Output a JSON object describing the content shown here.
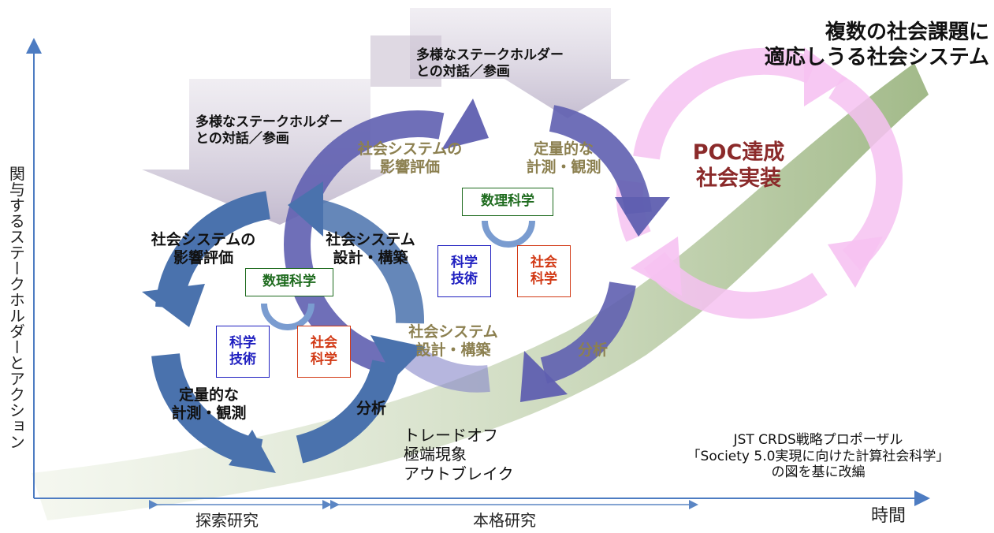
{
  "title": "複数の社会課題に\n適応しうる社会システム",
  "y_axis_label": "関与するステークホルダーとアクション",
  "x_axis_label": "時間",
  "phases": [
    "探索研究",
    "本格研究"
  ],
  "stakeholder_dialogue": "多様なステークホルダー\nとの対話／参画",
  "cycle1": {
    "impact": "社会システムの\n影響評価",
    "design": "社会システム\n設計・構築",
    "measure": "定量的な\n計測・観測",
    "analysis": "分析",
    "math": "数理科学",
    "sci_tech": "科学\n技術",
    "social_sci": "社会\n科学"
  },
  "cycle2": {
    "impact": "社会システムの\n影響評価",
    "measure": "定量的な\n計測・観測",
    "design": "社会システム\n設計・構築",
    "analysis": "分析",
    "math": "数理科学",
    "sci_tech": "科学\n技術",
    "social_sci": "社会\n科学"
  },
  "poc": "POC達成\n社会実装",
  "tradeoff": "トレードオフ\n極端現象\nアウトブレイク",
  "source_note": "JST CRDS戦略プロポーザル\n「Society 5.0実現に向けた計算社会科学」\nの図を基に改編",
  "colors": {
    "arrow_blue": "#4a72ad",
    "arrow_purple": "#5f5fb0",
    "pink": "#f4b8f0",
    "green_band": "#a9c08e",
    "poc_text": "#8b2a2a",
    "olive_text": "#8c8050",
    "math_green": "#1e6b1e",
    "sci_blue": "#1f1fc0",
    "social_red": "#d23a16",
    "axis": "#4d7cc2"
  }
}
